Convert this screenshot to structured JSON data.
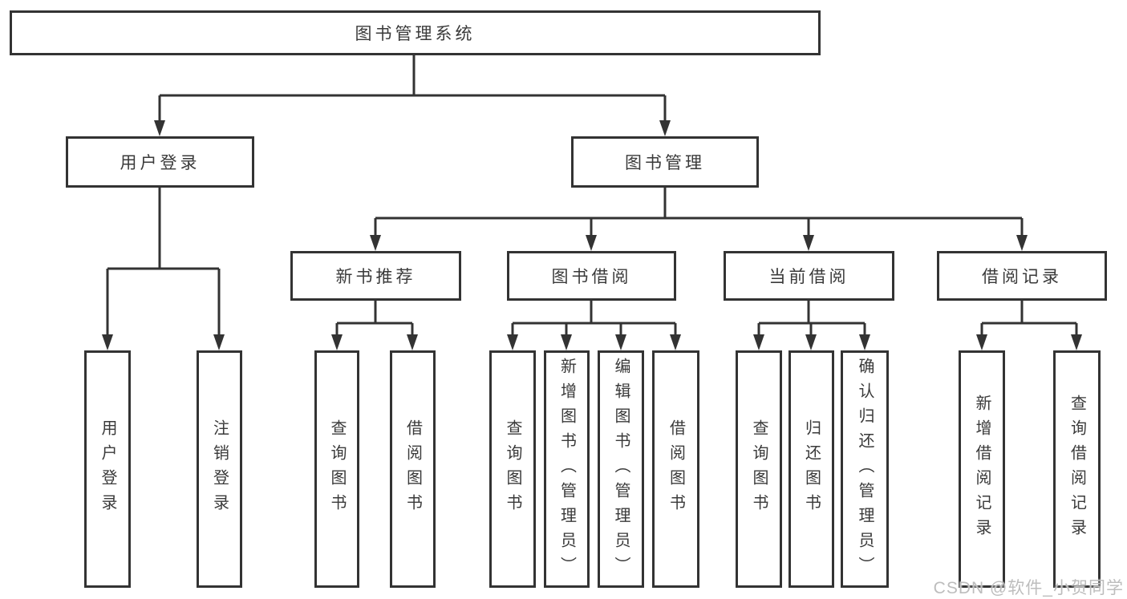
{
  "diagram": {
    "watermark": "CSDN @软件_小贺同学",
    "colors": {
      "line": "#333333",
      "border": "#333333",
      "text": "#3a3a3a",
      "background": "#ffffff",
      "watermark_text": "#bdbdbd"
    },
    "nodes": {
      "root": "图书管理系统",
      "user_login": "用户登录",
      "book_mgmt": "图书管理",
      "new_book_rec": "新书推荐",
      "book_borrow": "图书借阅",
      "current_borrow": "当前借阅",
      "borrow_records": "借阅记录",
      "user_login_leaf": "用户登录",
      "logout_leaf": "注销登录",
      "query_books_1": "查询图书",
      "borrow_books_1": "借阅图书",
      "query_books_2": "查询图书",
      "add_books_admin": "新增图书（管理员）",
      "edit_books_admin": "编辑图书（管理员）",
      "borrow_books_2": "借阅图书",
      "query_books_3": "查询图书",
      "return_books": "归还图书",
      "confirm_return_admin": "确认归还（管理员）",
      "add_borrow_record": "新增借阅记录",
      "query_borrow_record": "查询借阅记录"
    }
  }
}
